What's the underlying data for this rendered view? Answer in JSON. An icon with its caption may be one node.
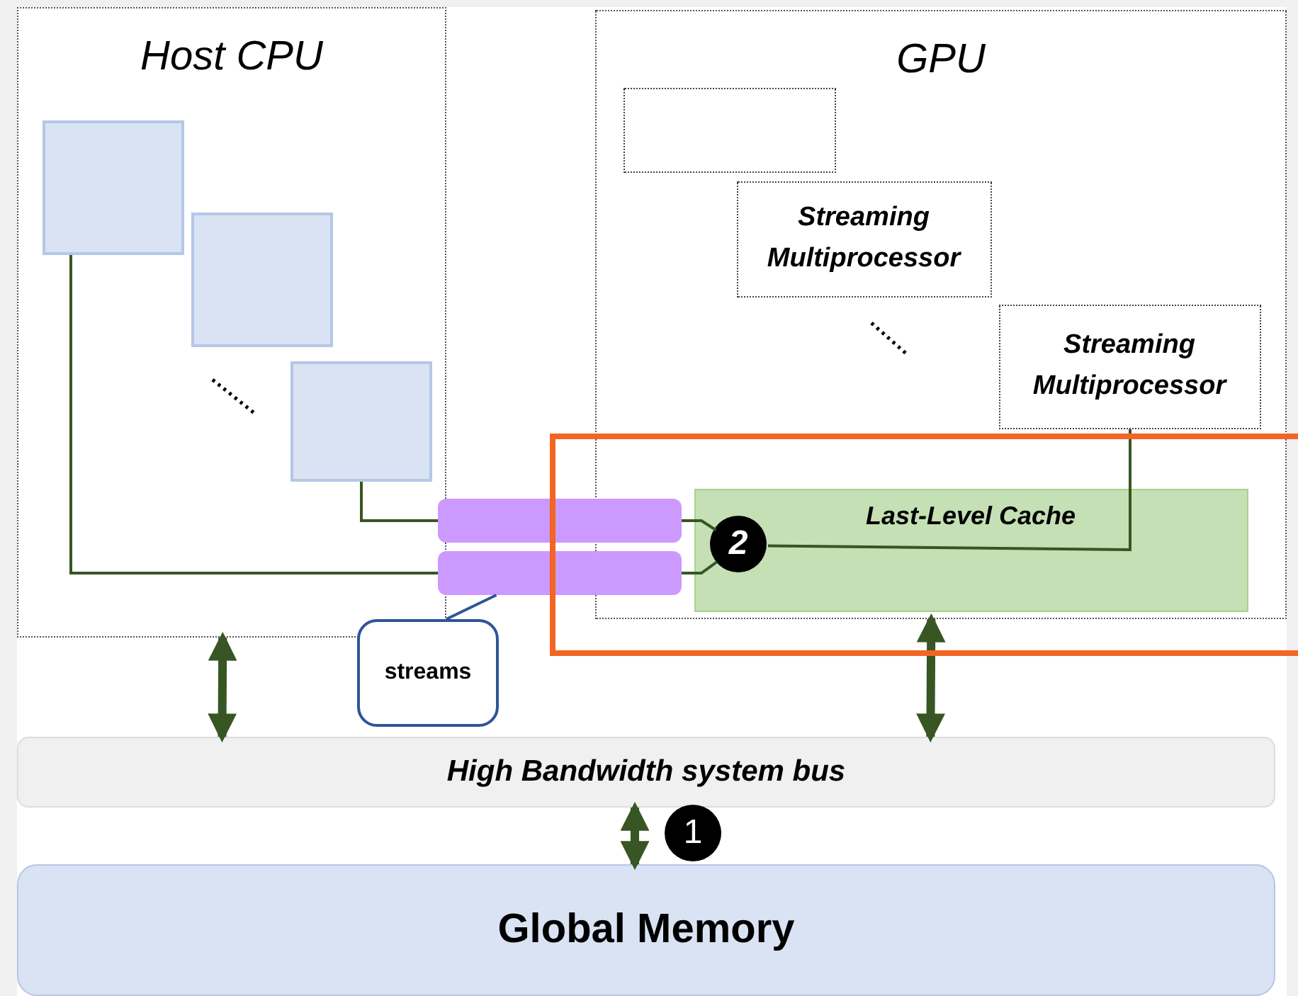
{
  "diagram": {
    "nodes": [
      {
        "text": [
          "Host CPU"
        ]
      },
      {
        "text": [],
        "shape": "box",
        "in": 0
      },
      {
        "text": [],
        "shape": "box",
        "in": 0
      },
      {
        "text": [],
        "shape": "box",
        "in": 0
      },
      {
        "text": [
          "GPU"
        ]
      },
      {
        "text": [],
        "shape": "box",
        "in": 4
      },
      {
        "text": [
          "Streaming Multiprocessor"
        ],
        "in": 4
      },
      {
        "text": [
          "Streaming Multiprocessor"
        ],
        "in": 4
      },
      {
        "text": [
          "Last-Level Cache"
        ],
        "in": 4
      },
      {
        "text": [
          "2"
        ],
        "in": 8
      },
      {
        "text": [],
        "shape": "bar"
      },
      {
        "text": [],
        "shape": "bar"
      },
      {
        "text": [
          "streams"
        ]
      },
      {
        "text": [
          "High Bandwidth system bus"
        ]
      },
      {
        "text": [
          "1"
        ]
      },
      {
        "text": [
          "Global Memory"
        ]
      }
    ],
    "edges": [
      {
        "from": 3,
        "to": 10,
        "arrow": "none"
      },
      {
        "from": 1,
        "to": 11,
        "arrow": "none"
      },
      {
        "from": 10,
        "to": 9,
        "arrow": "none"
      },
      {
        "from": 11,
        "to": 9,
        "arrow": "none"
      },
      {
        "from": 7,
        "to": 9,
        "arrow": "none"
      },
      {
        "from": 12,
        "to": 11,
        "arrow": "none",
        "color": "#2f5597"
      },
      {
        "from": 0,
        "to": 13,
        "arrow": "both",
        "style": "thick"
      },
      {
        "from": 4,
        "to": 13,
        "arrow": "both",
        "style": "thick"
      },
      {
        "from": 13,
        "to": 15,
        "arrow": "both",
        "style": "thick"
      }
    ]
  }
}
